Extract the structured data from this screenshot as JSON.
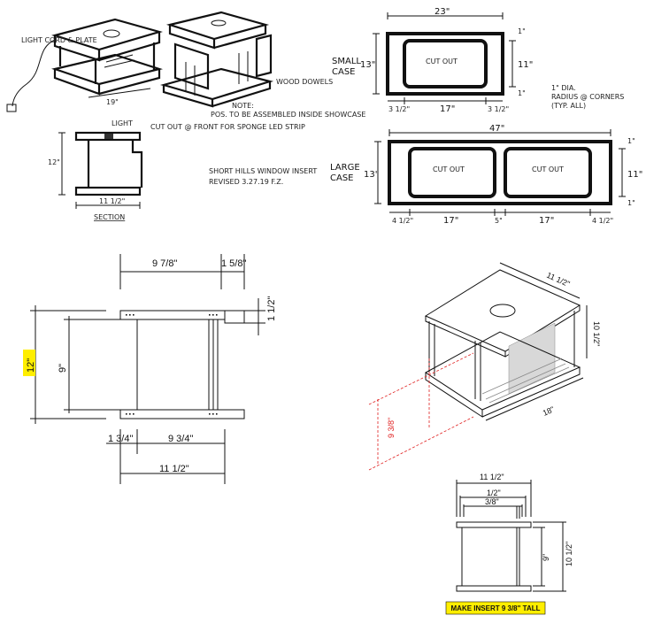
{
  "sketch_top_left": {
    "label_light_cord": "LIGHT CORD & PLATE",
    "dim_width": "19\"",
    "label_wood_dowels": "WOOD DOWELS",
    "note_title": "NOTE:",
    "note_text": "POS. TO BE ASSEMBLED INSIDE SHOWCASE",
    "section_label_light": "LIGHT",
    "section_label_cutout": "CUT OUT @ FRONT FOR SPONGE LED STRIP",
    "section_dim_height": "12\"",
    "section_dim_width": "11 1/2\"",
    "section_caption": "SECTION",
    "title_line1": "SHORT HILLS WINDOW INSERT",
    "title_line2": "REVISED 3.27.19  F.Z."
  },
  "sketch_top_right": {
    "small_case_label_1": "SMALL",
    "small_case_label_2": "CASE",
    "small_dim_width": "23\"",
    "small_dim_height": "13\"",
    "small_dim_inner_height": "11\"",
    "small_dim_top": "1\"",
    "small_dim_bottom": "1\"",
    "small_dim_left": "3 1/2\"",
    "small_dim_mid": "17\"",
    "small_dim_right": "3 1/2\"",
    "small_cutout": "CUT OUT",
    "radius_note_1": "1\" DIA.",
    "radius_note_2": "RADIUS @ CORNERS",
    "radius_note_3": "(TYP. ALL)",
    "large_case_label_1": "LARGE",
    "large_case_label_2": "CASE",
    "large_dim_width": "47\"",
    "large_dim_height": "13\"",
    "large_dim_inner_height": "11\"",
    "large_dim_top": "1\"",
    "large_dim_bottom": "1\"",
    "large_dim_1": "4 1/2\"",
    "large_dim_2": "17\"",
    "large_dim_3": "5\"",
    "large_dim_4": "17\"",
    "large_dim_5": "4 1/2\"",
    "large_cutout_1": "CUT OUT",
    "large_cutout_2": "CUT OUT"
  },
  "cad_section": {
    "dim_top_left": "9 7/8\"",
    "dim_top_right": "1 5/8\"",
    "dim_right_step": "1 1/2\"",
    "dim_overall_height": "12\"",
    "dim_inner_height": "9\"",
    "dim_bottom_left": "1 3/4\"",
    "dim_bottom_mid": "9 3/4\"",
    "dim_overall_width": "11 1/2\"",
    "highlight_color": "#ffee00"
  },
  "cad_iso": {
    "dim_top": "11 1/2\"",
    "dim_right": "10 1/2\"",
    "dim_bottom": "18\"",
    "dim_red": "9 3/8\"",
    "accent_red": "#e02020"
  },
  "cad_front": {
    "dim_top": "11 1/2\"",
    "dim_half": "1/2\"",
    "dim_38": "3/8\"",
    "dim_inner": "9\"",
    "dim_outer": "10 1/2\"",
    "callout": "MAKE INSERT 9 3/8\" TALL",
    "callout_color": "#ffee00"
  }
}
